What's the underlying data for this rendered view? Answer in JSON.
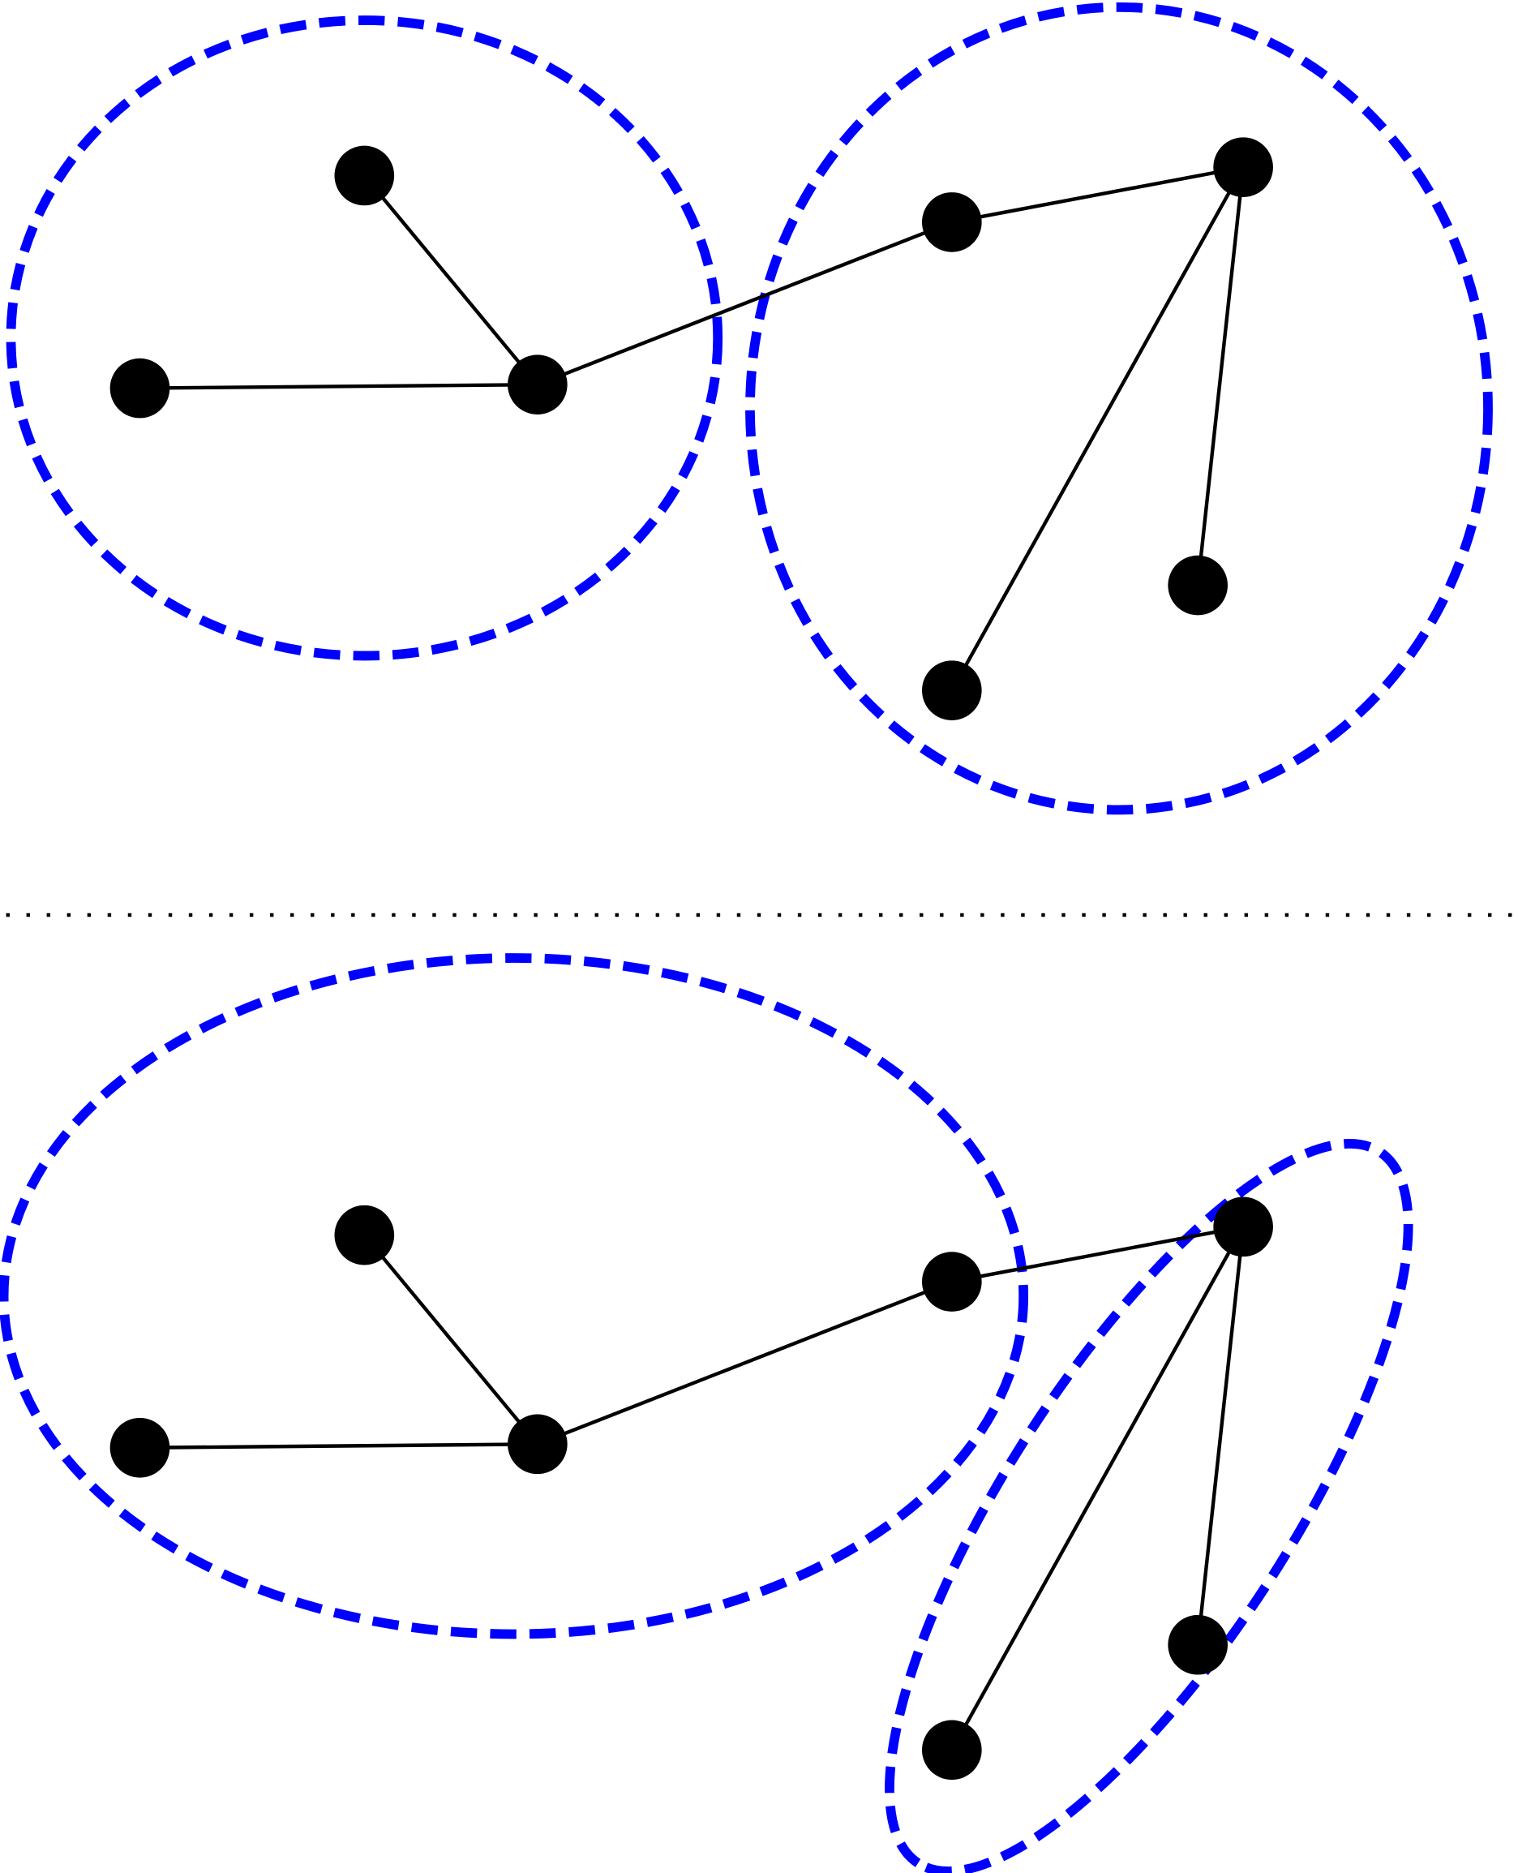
{
  "colors": {
    "cluster": "#0000ff",
    "node": "#000000",
    "edge": "#000000"
  },
  "graph": {
    "nodes": [
      "a",
      "b",
      "c",
      "d",
      "e",
      "f",
      "g"
    ],
    "edges": [
      [
        "a",
        "c"
      ],
      [
        "b",
        "c"
      ],
      [
        "c",
        "d"
      ],
      [
        "d",
        "e"
      ],
      [
        "e",
        "g"
      ],
      [
        "e",
        "f"
      ]
    ]
  },
  "panels": [
    {
      "id": "top",
      "clusters": [
        [
          "a",
          "b",
          "c"
        ],
        [
          "d",
          "e",
          "f",
          "g"
        ]
      ]
    },
    {
      "id": "bottom",
      "clusters": [
        [
          "a",
          "b",
          "c",
          "d"
        ],
        [
          "e",
          "f",
          "g"
        ]
      ]
    }
  ]
}
